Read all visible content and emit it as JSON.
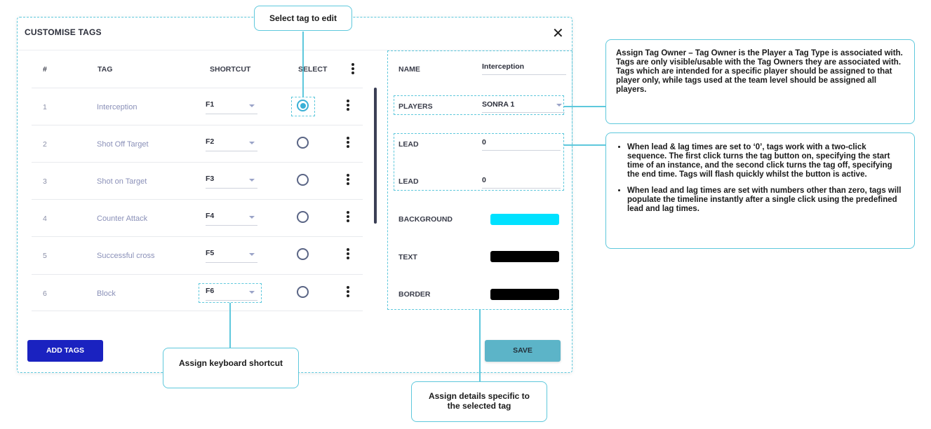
{
  "dialog": {
    "title": "CUSTOMISE TAGS",
    "close_label": "✕",
    "headers": {
      "num": "#",
      "tag": "TAG",
      "shortcut": "SHORTCUT",
      "select": "SELECT"
    },
    "rows": [
      {
        "num": "1",
        "tag": "Interception",
        "shortcut": "F1",
        "selected": true
      },
      {
        "num": "2",
        "tag": "Shot Off Target",
        "shortcut": "F2",
        "selected": false
      },
      {
        "num": "3",
        "tag": "Shot on Target",
        "shortcut": "F3",
        "selected": false
      },
      {
        "num": "4",
        "tag": "Counter Attack",
        "shortcut": "F4",
        "selected": false
      },
      {
        "num": "5",
        "tag": "Successful cross",
        "shortcut": "F5",
        "selected": false
      },
      {
        "num": "6",
        "tag": "Block",
        "shortcut": "F6",
        "selected": false
      }
    ],
    "add_button": "ADD TAGS",
    "save_button": "SAVE",
    "details": {
      "name_label": "NAME",
      "name_value": "Interception",
      "players_label": "PLAYERS",
      "players_value": "SONRA 1",
      "lead_label": "LEAD",
      "lead_value": "0",
      "lag_label": "LEAD",
      "lag_value": "0",
      "background_label": "BACKGROUND",
      "background_color": "#00e1ff",
      "text_label": "TEXT",
      "text_color": "#000000",
      "border_label": "BORDER",
      "border_color": "#000000"
    }
  },
  "callouts": {
    "select_tag": "Select tag to edit",
    "keyboard": "Assign keyboard shortcut",
    "details": "Assign details specific to the selected tag",
    "owner": "Assign Tag Owner – Tag Owner is the Player a Tag Type is associated with. Tags are only visible/usable with the Tag Owners they are associated with. Tags which are intended for a specific player should be assigned to that player only, while tags used at the team level should be assigned all players.",
    "lead_lag_1": "When lead & lag times are set to ‘0’, tags work with a two-click sequence. The first click turns the tag button on, specifying the start time of an instance, and the second click turns the tag off, specifying the end time. Tags will flash quickly whilst the button is active.",
    "lead_lag_2": "When lead and lag times are set with numbers other than zero, tags will populate the timeline instantly after a single click using the predefined lead and lag times."
  },
  "colors": {
    "accent": "#5ec8dc",
    "primary_button": "#1a22c0",
    "save_button": "#5cb4c8"
  }
}
